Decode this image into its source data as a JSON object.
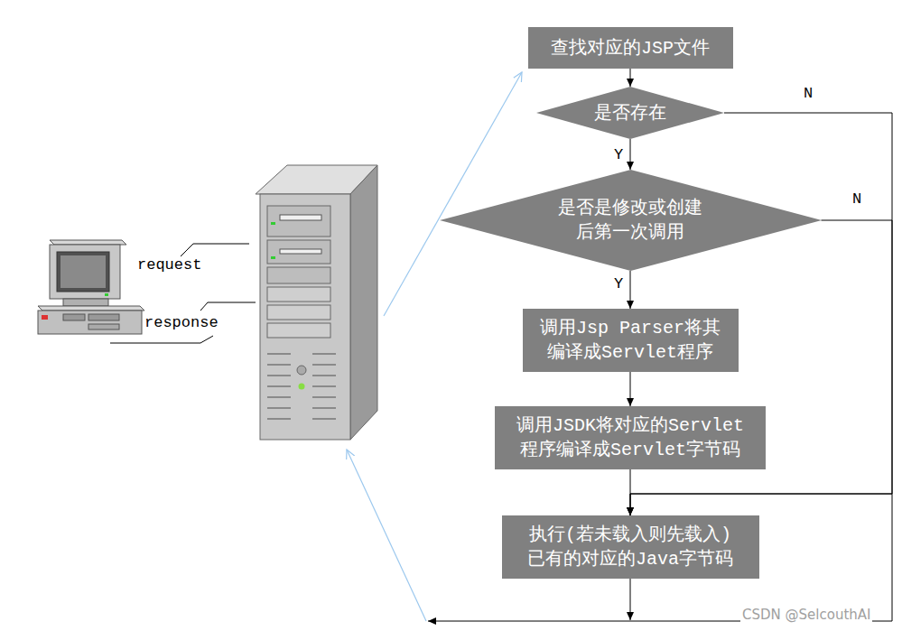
{
  "diagram": {
    "nodes": [
      {
        "text": [
          "查找对应的JSP文件"
        ]
      },
      {
        "text": [
          "是否存在"
        ]
      },
      {
        "text": [
          "是否是修改或创建 后第一次调用"
        ]
      },
      {
        "text": [
          "调用Jsp Parser将其 编译成Servlet程序"
        ]
      },
      {
        "text": [
          "调用JSDK将对应的Servlet 程序编译成Servlet字节码"
        ]
      },
      {
        "text": [
          "执行(若未载入则先载入) 已有的对应的Java字节码"
        ]
      }
    ],
    "edges": [
      {
        "from": 0,
        "to": 1,
        "arrow": "to"
      },
      {
        "from": 1,
        "to": 2,
        "label": "Y",
        "arrow": "to"
      },
      {
        "from": 2,
        "to": 3,
        "label": "Y",
        "arrow": "to"
      },
      {
        "from": 3,
        "to": 4,
        "arrow": "to"
      },
      {
        "from": 4,
        "to": 5,
        "arrow": "to"
      },
      {
        "from": 1,
        "to": 5,
        "label": "N",
        "arrow": "to"
      },
      {
        "from": 2,
        "to": 5,
        "label": "N",
        "arrow": "to"
      }
    ],
    "labels": [
      "request",
      "response",
      "CSDN @SelcouthAI"
    ]
  }
}
